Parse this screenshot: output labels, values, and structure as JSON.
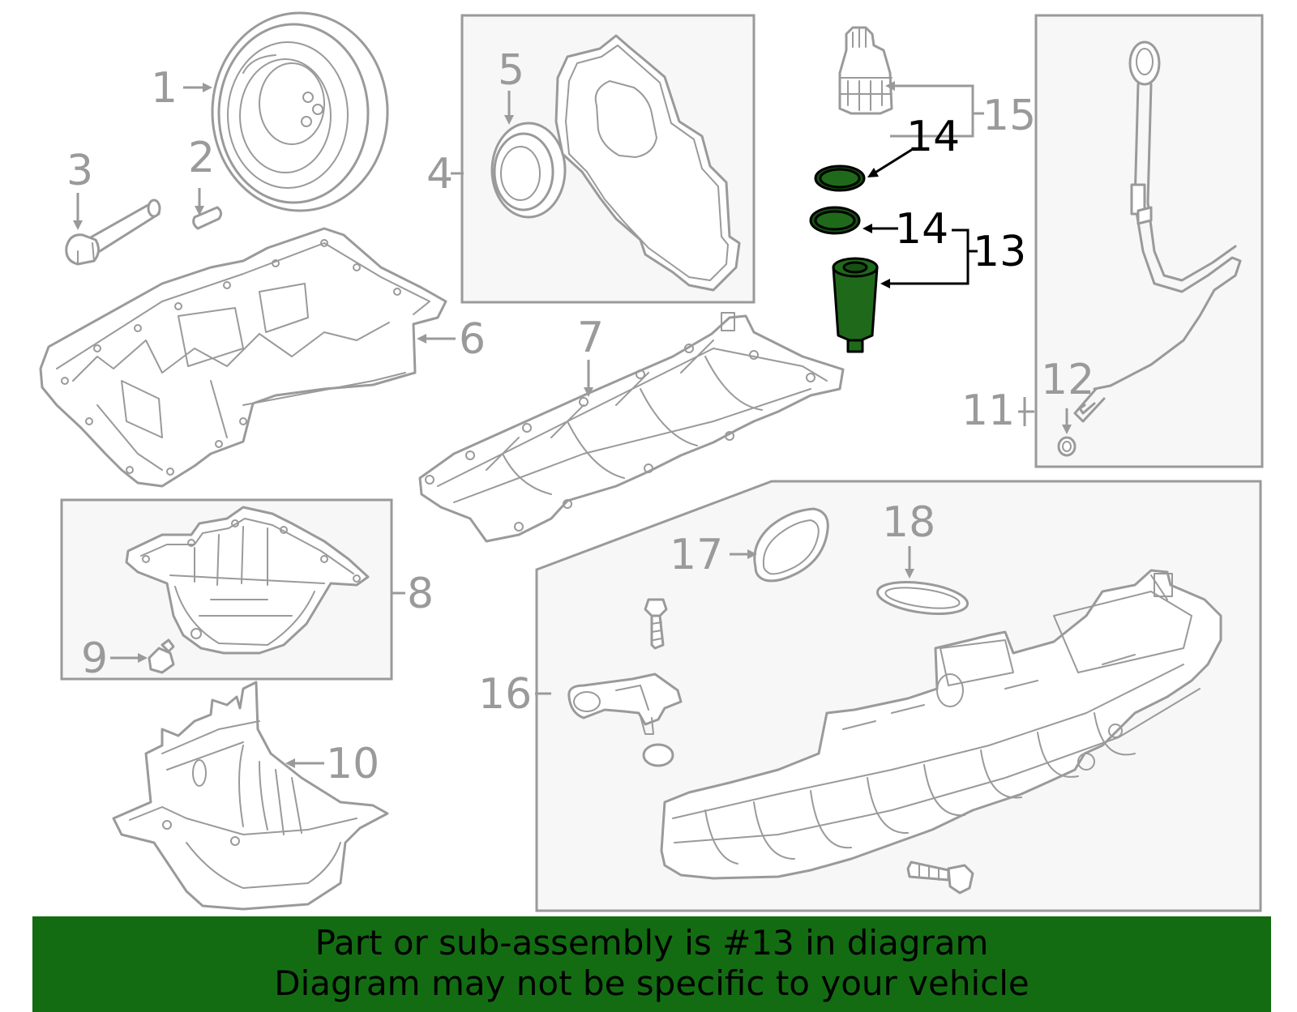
{
  "callouts": [
    {
      "number": "1"
    },
    {
      "number": "2"
    },
    {
      "number": "3"
    },
    {
      "number": "4"
    },
    {
      "number": "5"
    },
    {
      "number": "6"
    },
    {
      "number": "7"
    },
    {
      "number": "8"
    },
    {
      "number": "9"
    },
    {
      "number": "10"
    },
    {
      "number": "11"
    },
    {
      "number": "12"
    },
    {
      "number": "13"
    },
    {
      "number": "14"
    },
    {
      "number": "14"
    },
    {
      "number": "15"
    },
    {
      "number": "16"
    },
    {
      "number": "17"
    },
    {
      "number": "18"
    }
  ],
  "highlight": {
    "part": "13",
    "fill_color": "#1f6a1a",
    "line_color": "#000000"
  },
  "banner": {
    "line1": "Part or sub-assembly is #13 in diagram",
    "line2": "Diagram may not be specific to your vehicle",
    "background_color": "#136c12"
  }
}
